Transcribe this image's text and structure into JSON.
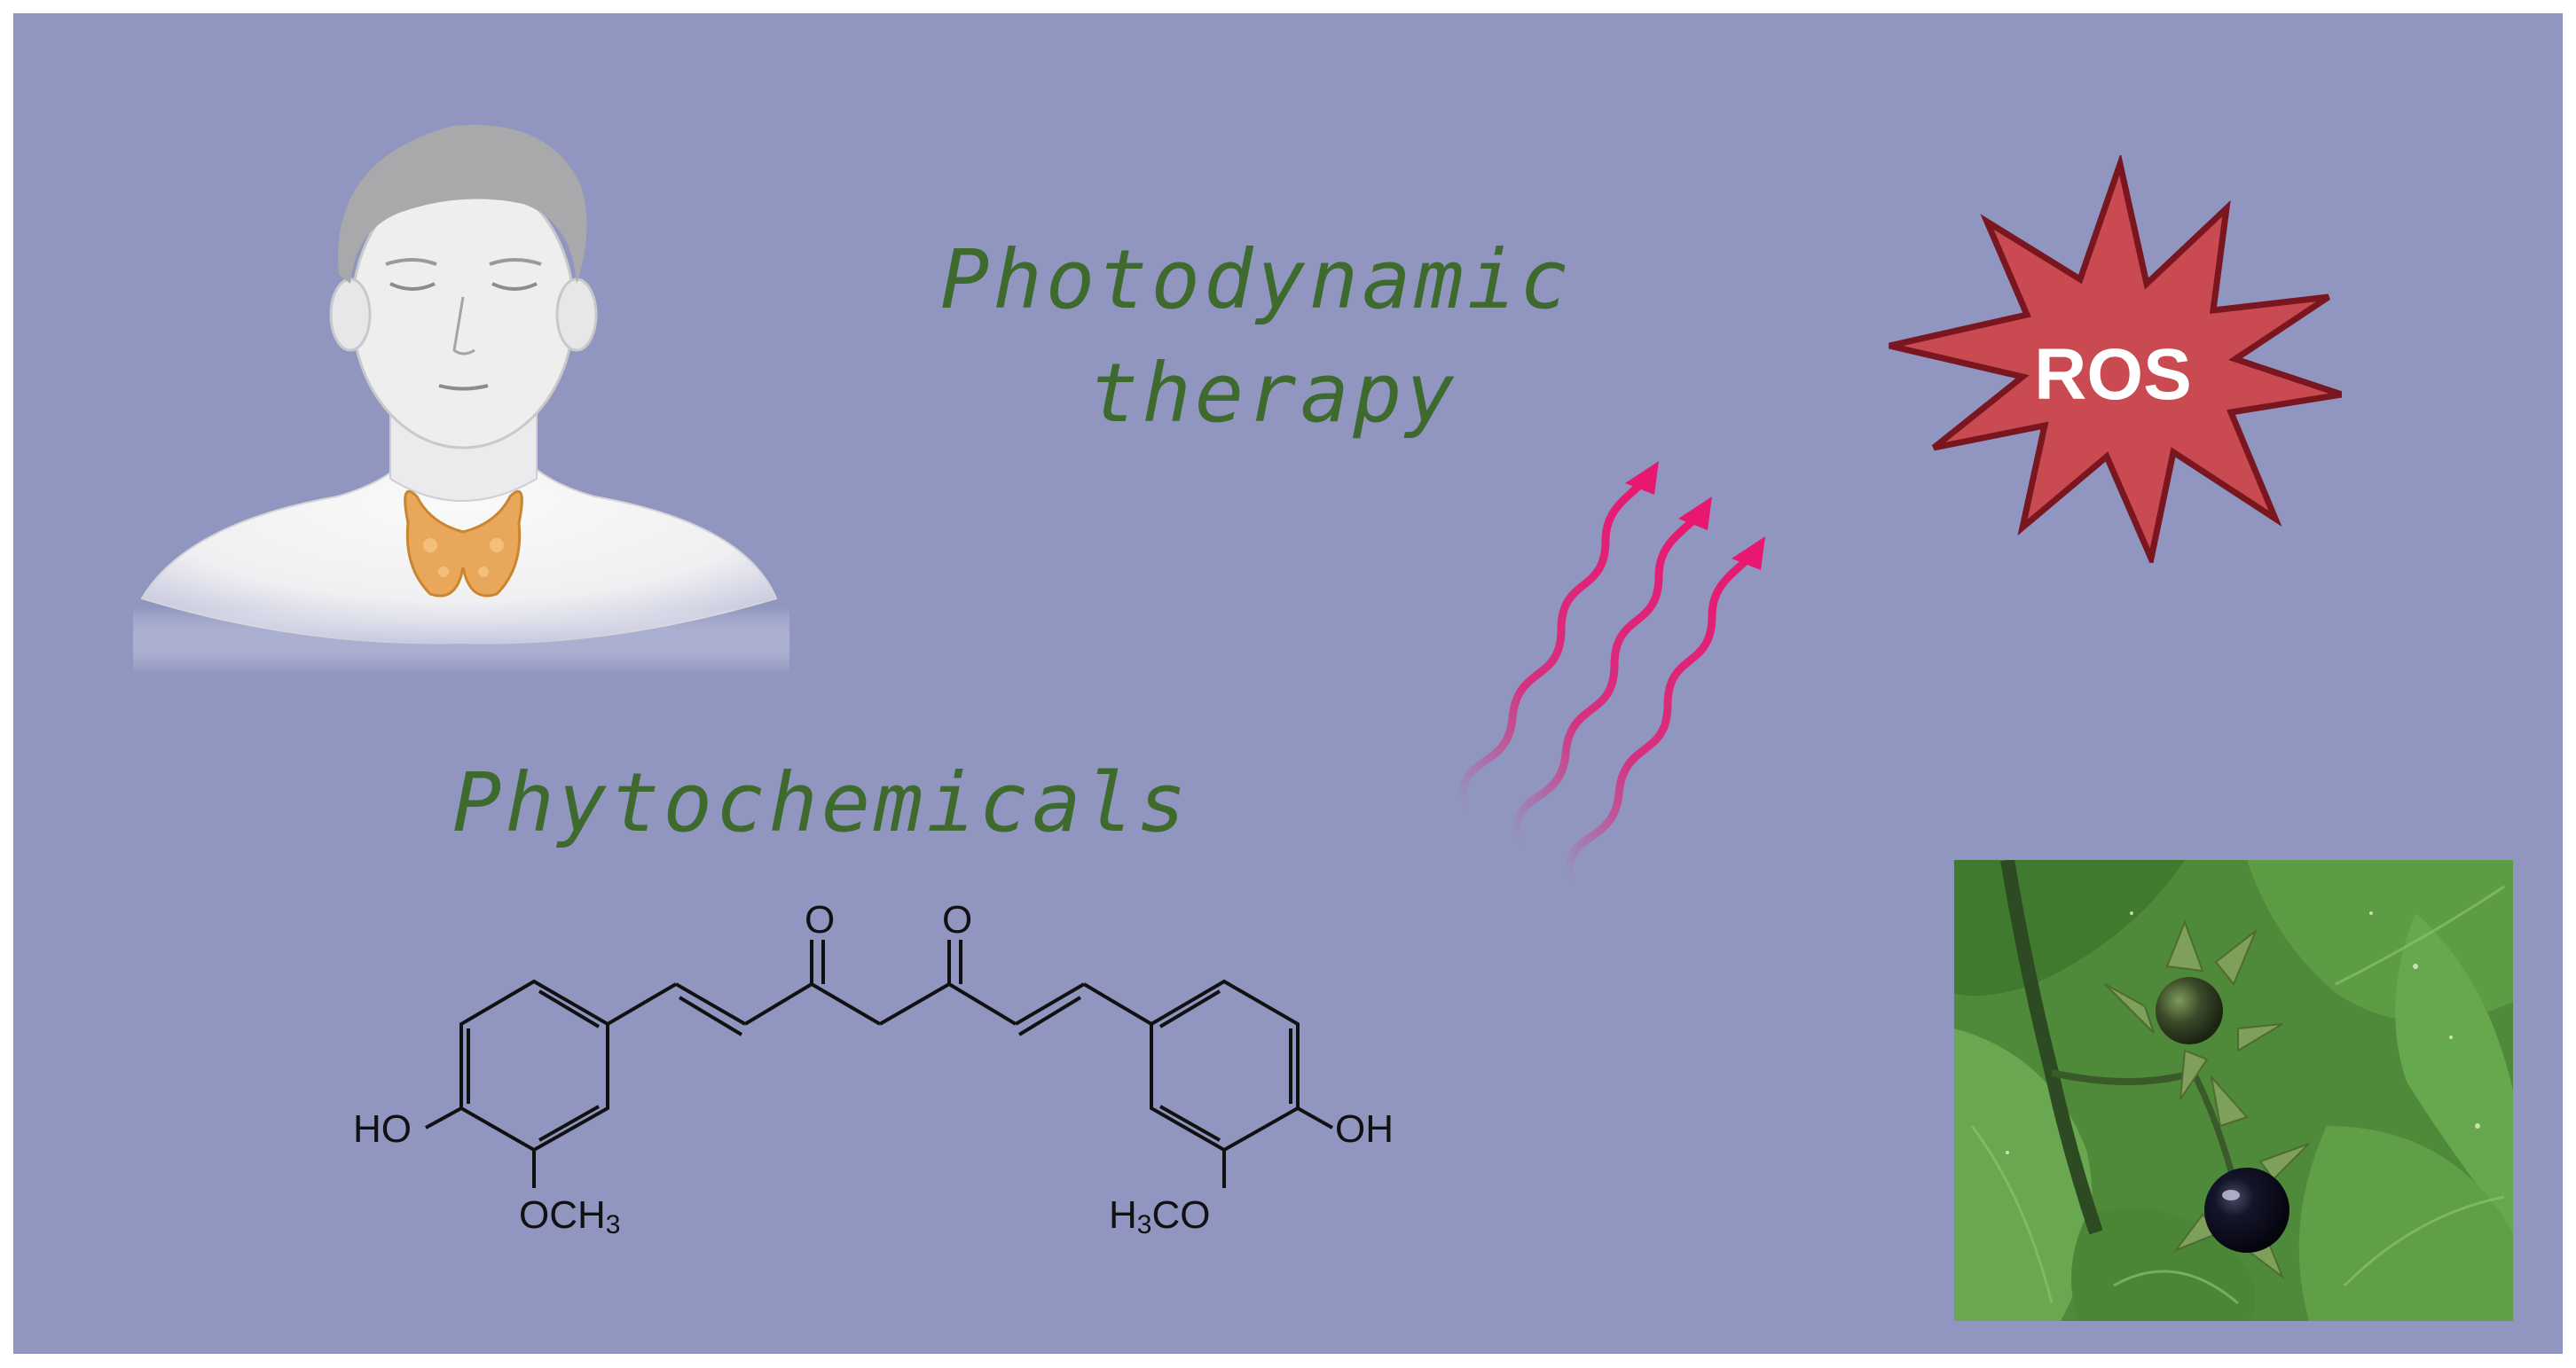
{
  "labels": {
    "therapy_line1": "Photodynamic",
    "therapy_line2": "therapy",
    "phytochemicals": "Phytochemicals",
    "ros": "ROS"
  },
  "molecule": {
    "name": "curcumin",
    "atoms": {
      "carbonyl_left": "O",
      "carbonyl_right": "O",
      "hydroxyl_left": "HO",
      "methoxy_left_prefix": "OCH",
      "methoxy_left_sub": "3",
      "hydroxyl_right": "OH",
      "methoxy_right_prefix": "H",
      "methoxy_right_sub": "3",
      "methoxy_right_suffix": "CO"
    }
  },
  "icons": {
    "person": "person-with-thyroid-icon",
    "light": "light-wave-arrows-icon",
    "burst": "ros-burst-icon",
    "plant": "belladonna-plant-photo"
  },
  "colors": {
    "background": "#9196c1",
    "title_text": "#3e6a2e",
    "burst_fill": "#c94a50",
    "burst_stroke": "#7a1620",
    "light_wave": "#e8176f",
    "thyroid": "#e8a75a"
  }
}
